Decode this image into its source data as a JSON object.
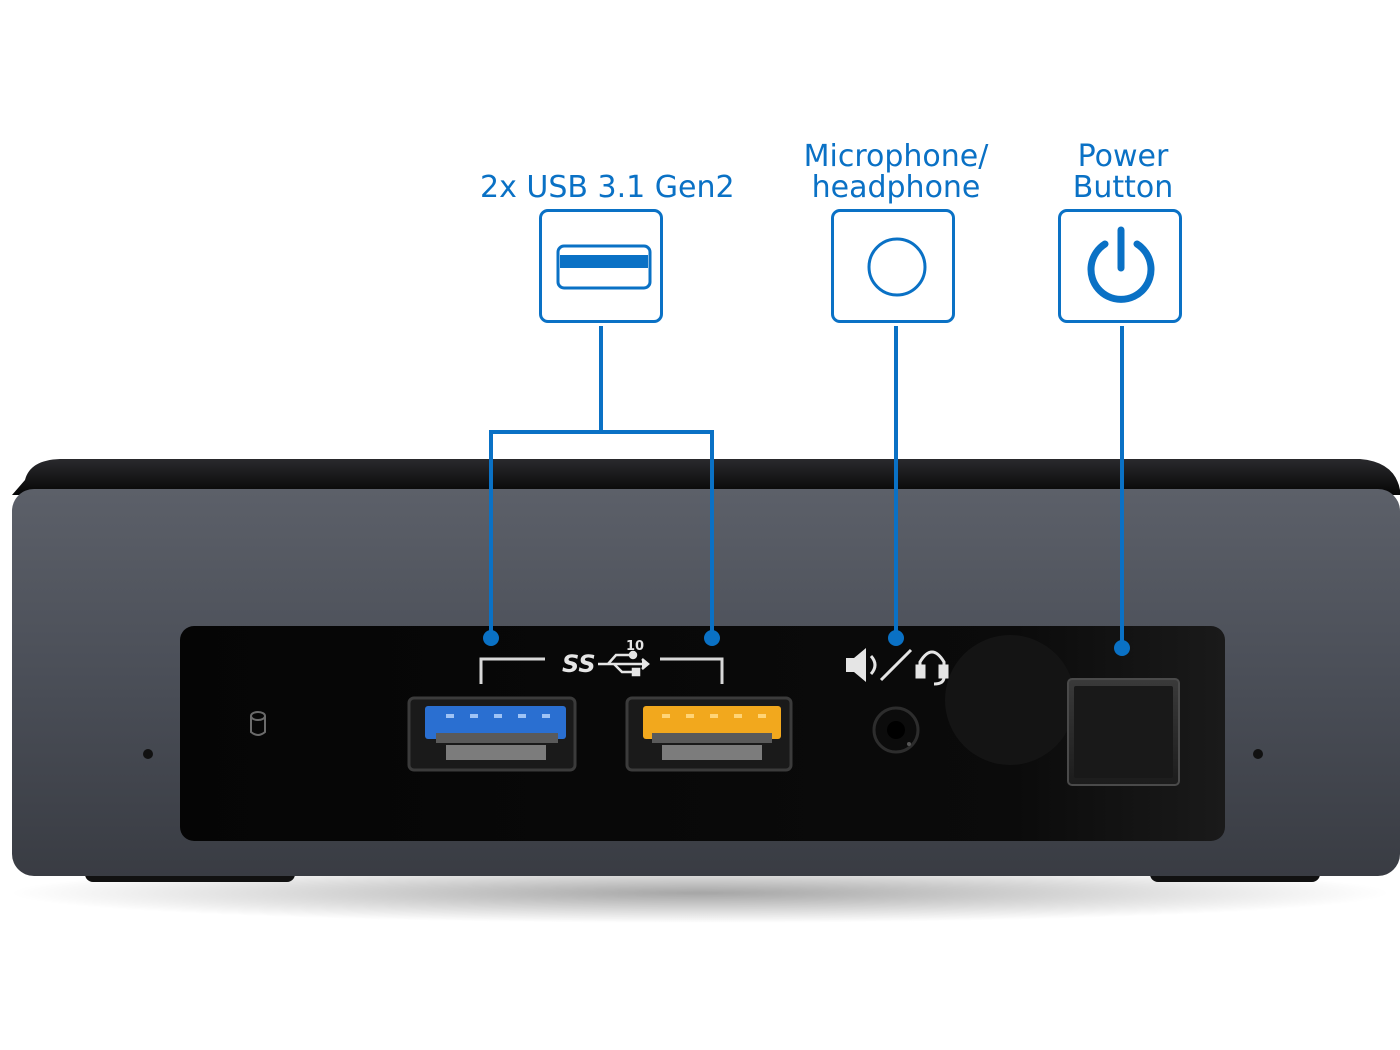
{
  "callouts": {
    "usb": {
      "label": "2x USB 3.1 Gen2",
      "icon": "usb-port-icon"
    },
    "audio": {
      "label_line1": "Microphone/",
      "label_line2": "headphone",
      "icon": "audio-jack-icon"
    },
    "power": {
      "label_line1": "Power",
      "label_line2": "Button",
      "icon": "power-icon"
    }
  },
  "device": {
    "usb_logo_text": "SS",
    "usb_speed": "10",
    "port_colors": {
      "usb_left": "#2a6fd1",
      "usb_right": "#f2a81d"
    }
  },
  "accent_color": "#0a71c5"
}
